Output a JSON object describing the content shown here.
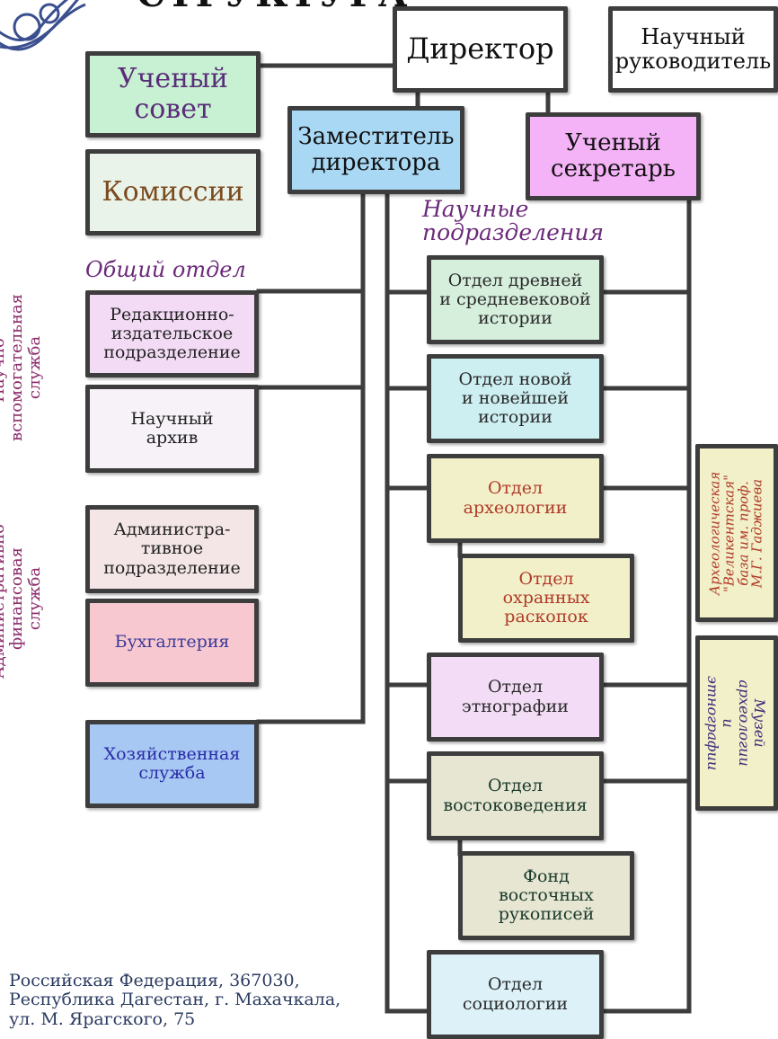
{
  "title": "СТРУКТУРА",
  "boxes": {
    "director": "Директор",
    "scientific_head": "Научный\nруководитель",
    "academic_council": "Ученый\nсовет",
    "deputy_director": "Заместитель\nдиректора",
    "scientific_secretary": "Ученый\nсекретарь",
    "commissions": "Комиссии",
    "editorial": "Редакционно-\nиздательское\nподразделение",
    "archive": "Научный\nархив",
    "admin_unit": "Администра-\nтивное\nподразделение",
    "accounting": "Бухгалтерия",
    "household": "Хозяйственная\nслужба",
    "ancient_history": "Отдел древней\nи средневековой\nистории",
    "modern_history": "Отдел новой\nи новейшей\nистории",
    "archaeology": "Отдел\nархеологии",
    "rescue_excavations": "Отдел\nохранных\nраскопок",
    "ethnography": "Отдел\nэтнографии",
    "oriental_studies": "Отдел\nвостоковедения",
    "manuscripts_fund": "Фонд\nвосточных\nрукописей",
    "sociology": "Отдел\nсоциологии",
    "archaeological_base": "Археологическая\n\"Великентская\"\nбаза им. проф.\nМ.Г. Гаджиева",
    "museum": "Музей\nархеологии и\nэтнографии"
  },
  "labels": {
    "general_department": "Общий отдел",
    "scientific_divisions": "Научные\nподразделения",
    "support_service": "Научно-\nвспомогательная\nслужба",
    "admin_finance_service": "Административно-\nфинансовая\nслужба"
  },
  "address": "Российская Федерация, 367030,\nРеспублика Дагестан, г. Махачкала,\nул. М. Ярагского, 75",
  "colors": {
    "line": "#3d3d3d",
    "academic_council_fill": "#c8f0d2",
    "deputy_fill": "#a9d8f5",
    "secretary_fill": "#f5b3f7",
    "commissions_fill": "#eaf3ea",
    "editorial_fill": "#f3dbf5",
    "archive_fill": "#f6f2f8",
    "admin_fill": "#f4e6e6",
    "accounting_fill": "#f8c8d0",
    "household_fill": "#a6c8f2",
    "ancient_fill": "#d6eedc",
    "modern_fill": "#cdeff2",
    "archaeology_fill": "#f2f0c8",
    "ethnography_fill": "#f3dcf5",
    "oriental_fill": "#e6e6d2",
    "sociology_fill": "#dcf2f8"
  }
}
